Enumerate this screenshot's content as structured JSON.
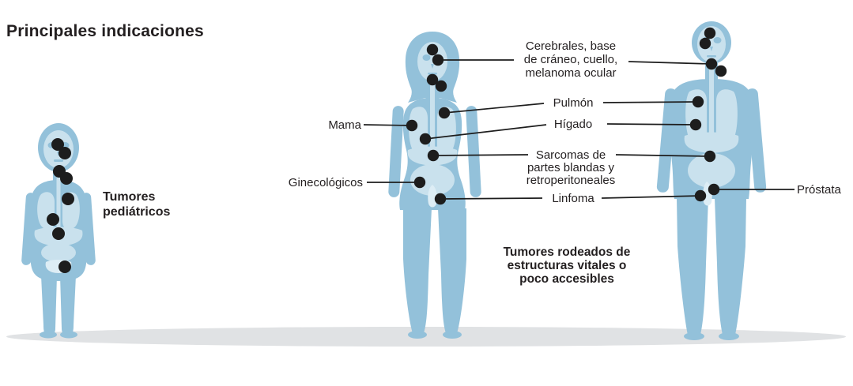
{
  "title": "Principales indicaciones",
  "annotations": {
    "cerebrales": {
      "lines": [
        "Cerebrales, base",
        "de cráneo, cuello,",
        "melanoma ocular"
      ]
    },
    "pulmon": "Pulmón",
    "mama": "Mama",
    "higado": "Hígado",
    "sarcomas": {
      "lines": [
        "Sarcomas de",
        "partes blandas y",
        "retroperitoneales"
      ]
    },
    "ginecologicos": "Ginecológicos",
    "linfoma": "Linfoma",
    "prostata": "Próstata"
  },
  "captions": {
    "pediatricos": {
      "lines": [
        "Tumores",
        "pediátricos"
      ]
    },
    "rodeados": {
      "lines": [
        "Tumores rodeados de",
        "estructuras vitales o",
        "poco accesibles"
      ]
    }
  },
  "figures": {
    "child": {
      "label": "Tumores pediátricos",
      "marker_count": 8
    },
    "woman": {
      "marker_count": 10
    },
    "man": {
      "marker_count": 9
    }
  },
  "colors": {
    "body": "#93c1da",
    "organs": "#c9e1ed",
    "organs_light": "#ddedf5",
    "marker": "#1d1d1d",
    "text": "#231f20",
    "ground": "#e0e2e4",
    "background": "#ffffff"
  }
}
